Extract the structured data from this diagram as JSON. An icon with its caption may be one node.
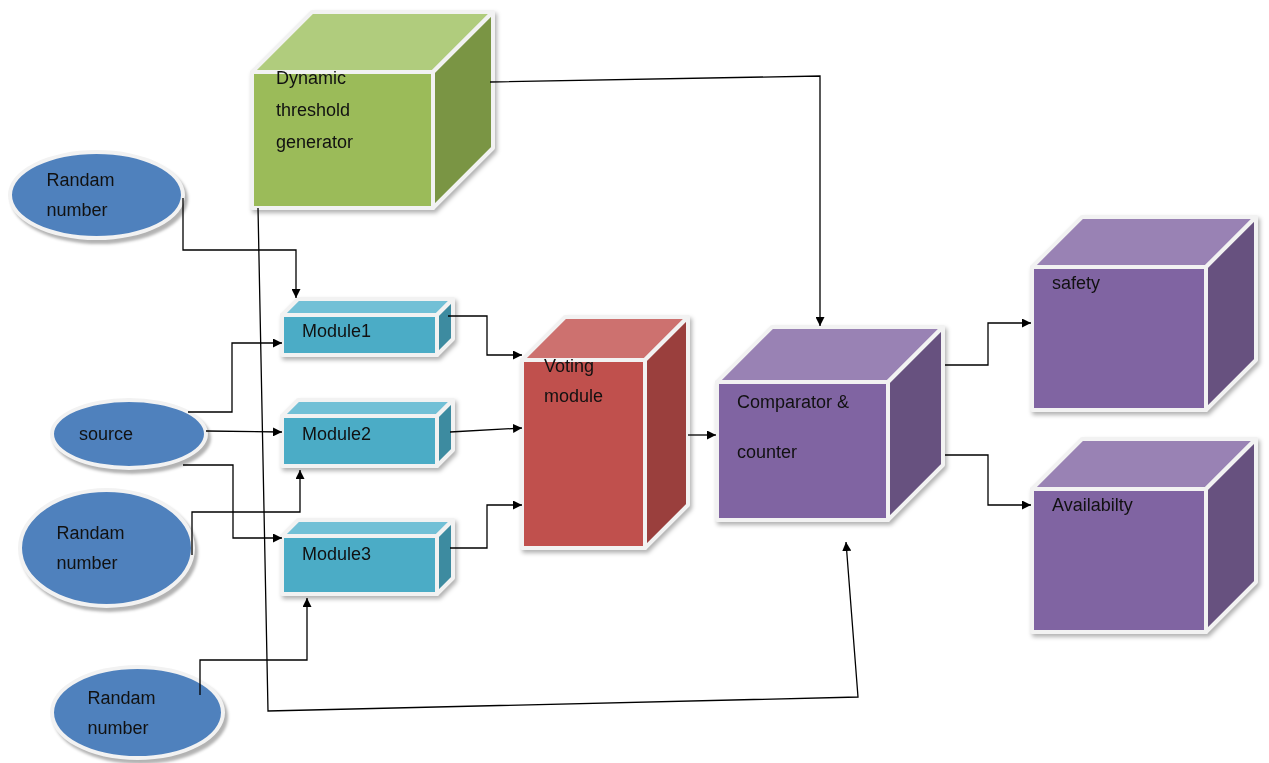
{
  "diagram": {
    "nodes": [
      {
        "text": [
          "Dynamic threshold generator"
        ]
      },
      {
        "text": [
          "Randam number"
        ]
      },
      {
        "text": [
          "source"
        ]
      },
      {
        "text": [
          "Randam number"
        ]
      },
      {
        "text": [
          "Randam number"
        ]
      },
      {
        "text": [
          "Module1"
        ]
      },
      {
        "text": [
          "Module2"
        ]
      },
      {
        "text": [
          "Module3"
        ]
      },
      {
        "text": [
          "Voting module"
        ]
      },
      {
        "text": [
          "Comparator & counter"
        ]
      },
      {
        "text": [
          "safety"
        ]
      },
      {
        "text": [
          "Availabilty"
        ]
      }
    ],
    "edges": [
      {
        "from": 1,
        "to": 5,
        "arrow": "to"
      },
      {
        "from": 2,
        "to": 5,
        "arrow": "to"
      },
      {
        "from": 2,
        "to": 6,
        "arrow": "to"
      },
      {
        "from": 2,
        "to": 7,
        "arrow": "to"
      },
      {
        "from": 3,
        "to": 6,
        "arrow": "to"
      },
      {
        "from": 4,
        "to": 7,
        "arrow": "to"
      },
      {
        "from": 5,
        "to": 8,
        "arrow": "to"
      },
      {
        "from": 6,
        "to": 8,
        "arrow": "to"
      },
      {
        "from": 7,
        "to": 8,
        "arrow": "to"
      },
      {
        "from": 8,
        "to": 9,
        "arrow": "to"
      },
      {
        "from": 9,
        "to": 10,
        "arrow": "to"
      },
      {
        "from": 9,
        "to": 11,
        "arrow": "to"
      },
      {
        "from": 0,
        "to": 9,
        "arrow": "to"
      },
      {
        "from": 0,
        "to": 9,
        "arrow": "to"
      }
    ]
  }
}
